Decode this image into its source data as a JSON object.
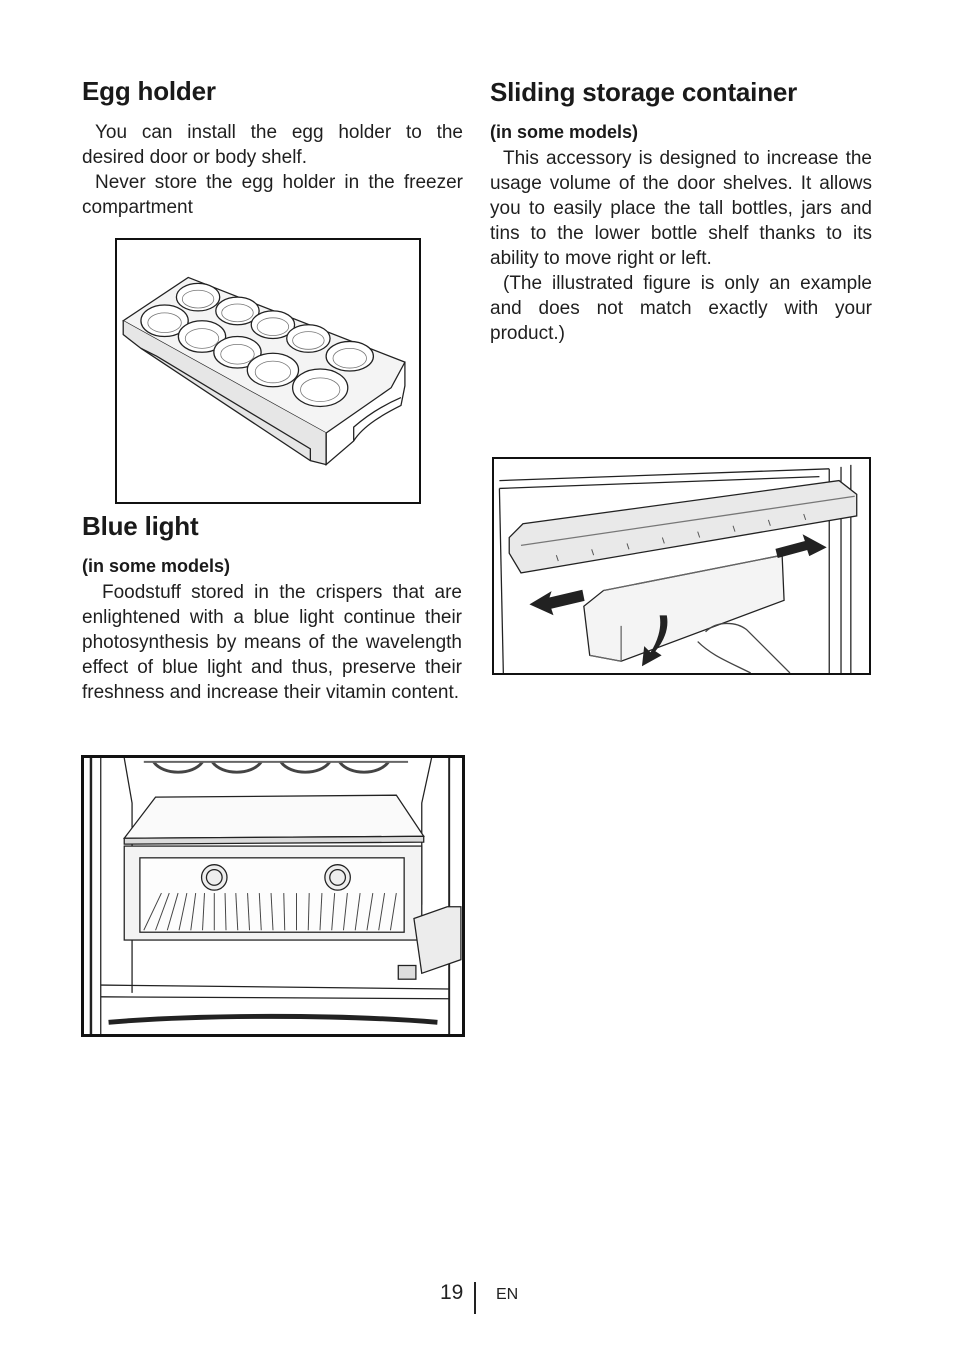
{
  "left_column": {
    "egg_holder": {
      "title": "Egg holder",
      "para1": "You can install the egg holder to the desired door or body shelf.",
      "para2": "Never store the egg holder in the freezer compartment"
    },
    "blue_light": {
      "title": "Blue light",
      "subtitle": "(in some models)",
      "para1": "Foodstuff stored in the crispers that are enlightened with a blue light continue their photosynthesis by means of the wavelength effect of blue light and thus, preserve their freshness and increase their vitamin content."
    }
  },
  "right_column": {
    "sliding_container": {
      "title": "Sliding storage container",
      "subtitle": "(in some models)",
      "para1": "This accessory is designed to increase the usage volume of the door shelves. It allows you to easily place the tall bottles, jars and tins to the lower bottle shelf thanks to its ability to move right or left.",
      "para2": "(The illustrated figure is only an example and does not match exactly with your product.)"
    }
  },
  "footer": {
    "page_number": "19",
    "language": "EN"
  }
}
